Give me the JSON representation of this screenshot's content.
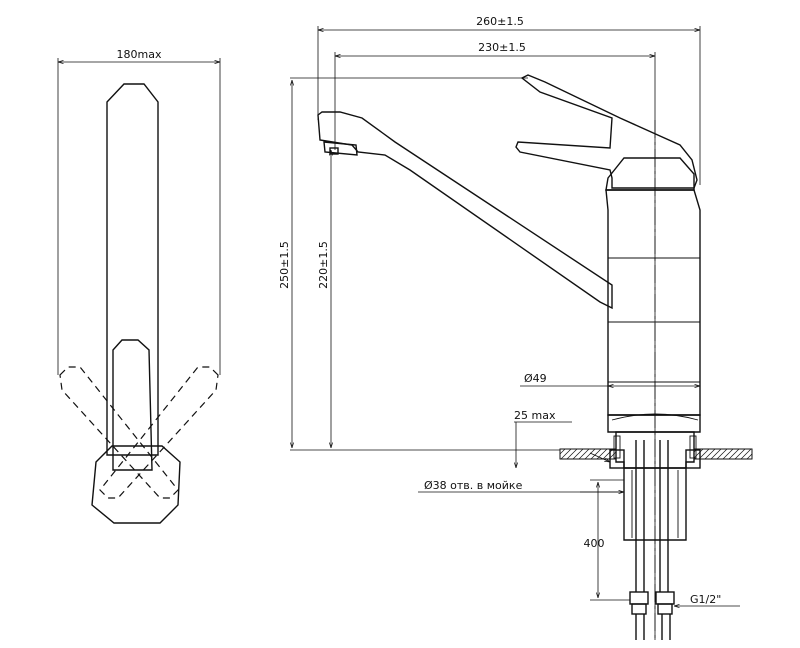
{
  "labels": {
    "overall_width": "260±1.5",
    "spout_reach": "230±1.5",
    "side_width": "180max",
    "total_height": "250±1.5",
    "spout_height": "220±1.5",
    "body_diameter": "Ø49",
    "counter_thickness": "25 max",
    "hole_diameter": "Ø38 отв. в мойке",
    "hose_length": "400",
    "thread": "G1/2\""
  }
}
